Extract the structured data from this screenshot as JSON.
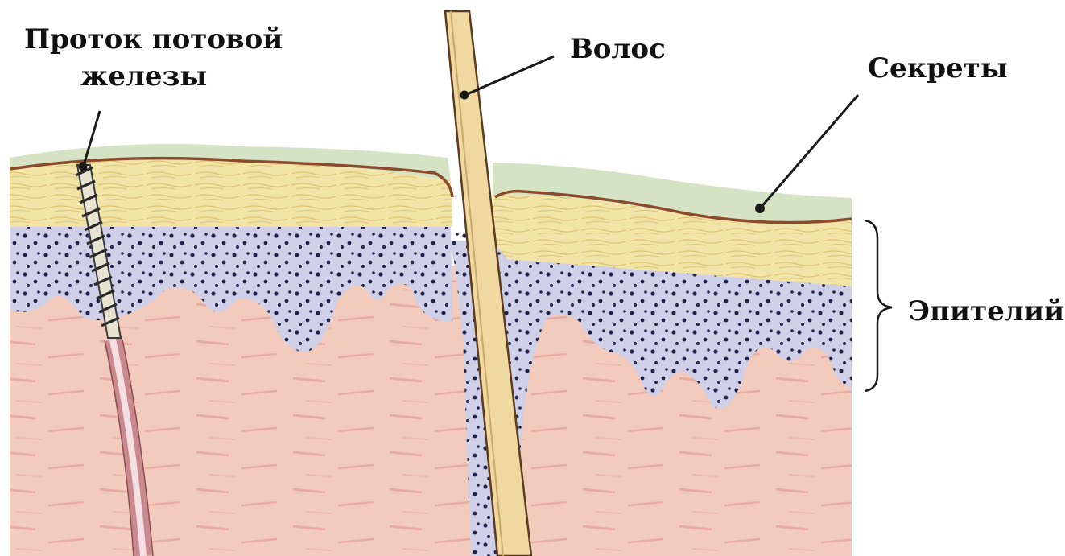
{
  "labels": {
    "sweat_duct_line1": "Проток потовой",
    "sweat_duct_line2": "железы",
    "hair": "Волос",
    "secretions": "Секреты",
    "epithelium": "Эпителий"
  },
  "colors": {
    "background": "#ffffff",
    "secretion_layer": "#d6e2c4",
    "surface_line": "#8a4a2c",
    "stratum_corneum": "#f1e4a6",
    "epithelium": "#cfd0e8",
    "epithelium_dots": "#23244e",
    "dermis": "#f2cbbd",
    "dermis_streaks": "#e39c93",
    "hair_shaft": "#efd9a0",
    "hair_outline": "#5b3a1e",
    "duct_tube": "#c98a8f"
  }
}
